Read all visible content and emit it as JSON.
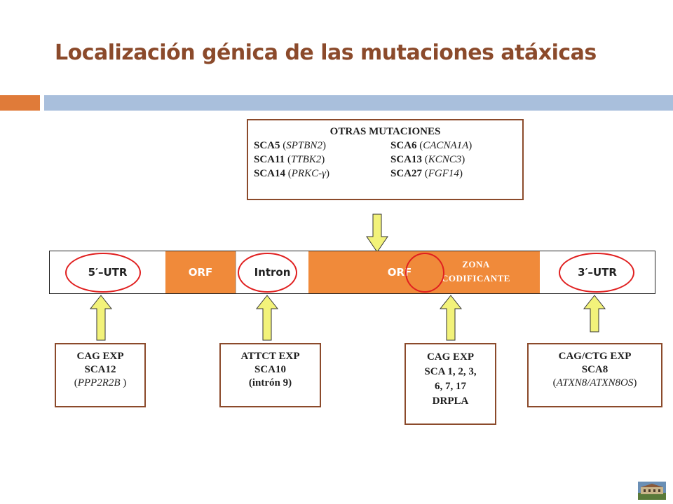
{
  "title": "Localización génica de las mutaciones atáxicas",
  "other_mutations": {
    "heading": "OTRAS MUTACIONES",
    "rows": [
      [
        {
          "sca": "SCA5",
          "gene": "SPTBN2"
        },
        {
          "sca": "SCA6",
          "gene": "CACNA1A"
        }
      ],
      [
        {
          "sca": "SCA11",
          "gene": "TTBK2"
        },
        {
          "sca": "SCA13",
          "gene": "KCNC3"
        }
      ],
      [
        {
          "sca": "SCA14",
          "gene": "PRKC-γ"
        },
        {
          "sca": "SCA27",
          "gene": "FGF14"
        }
      ]
    ]
  },
  "gene": {
    "utr5": "5′–UTR",
    "orf1": "ORF",
    "intron": "Intron",
    "orf2": "ORF",
    "utr3": "3′–UTR",
    "zone_line1": "ZONA",
    "zone_line2": "CODIFICANTE"
  },
  "boxes": {
    "utr5": {
      "l1": "CAG EXP",
      "l2": "SCA12",
      "l3": "PPP2R2B"
    },
    "intron": {
      "l1": "ATTCT EXP",
      "l2": "SCA10",
      "l3": "(intrón 9)"
    },
    "orf": {
      "l1": "CAG EXP",
      "l2": "SCA 1, 2, 3,",
      "l3": "6, 7, 17",
      "l4": "DRPLA"
    },
    "utr3": {
      "l1": "CAG/CTG EXP",
      "l2": "SCA8",
      "l3": "ATXN8/ATXN8OS"
    }
  },
  "colors": {
    "title": "#8B4A2B",
    "orange_segment": "#F08A3A",
    "accent_blue": "#A9BFDC",
    "ellipse": "#E02020",
    "arrow_fill": "#F2F27A"
  }
}
